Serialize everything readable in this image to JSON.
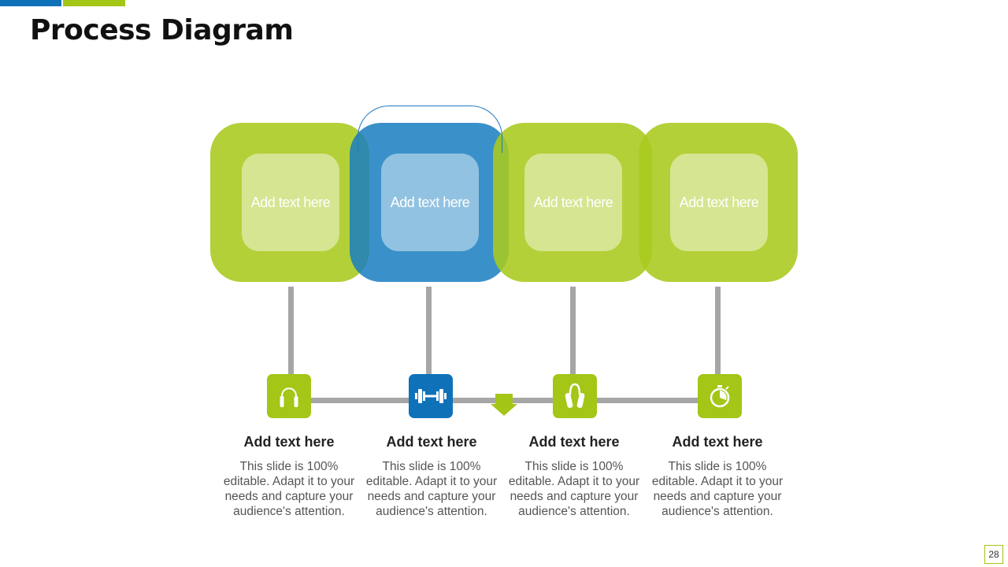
{
  "slide": {
    "title": "Process Diagram",
    "page_number": "28"
  },
  "colors": {
    "green": "#a3c617",
    "blue": "#0f72b9",
    "connector_gray": "#a6a6a6"
  },
  "boxes": [
    {
      "text": "Add text here",
      "color": "green"
    },
    {
      "text": "Add text here",
      "color": "blue"
    },
    {
      "text": "Add text here",
      "color": "green"
    },
    {
      "text": "Add text here",
      "color": "green"
    }
  ],
  "steps": [
    {
      "icon": "jump-rope-icon",
      "color": "green",
      "heading": "Add text here",
      "body": "This slide is 100% editable. Adapt it to your needs and capture your audience's attention."
    },
    {
      "icon": "dumbbell-icon",
      "color": "blue",
      "heading": "Add text here",
      "body": "This slide is 100% editable. Adapt it to your needs and capture your audience's attention."
    },
    {
      "icon": "hand-grip-icon",
      "color": "green",
      "heading": "Add text here",
      "body": "This slide is 100% editable. Adapt it to your needs and capture your audience's attention."
    },
    {
      "icon": "stopwatch-icon",
      "color": "green",
      "heading": "Add text here",
      "body": "This slide is 100% editable. Adapt it to your needs and capture your audience's attention."
    }
  ]
}
